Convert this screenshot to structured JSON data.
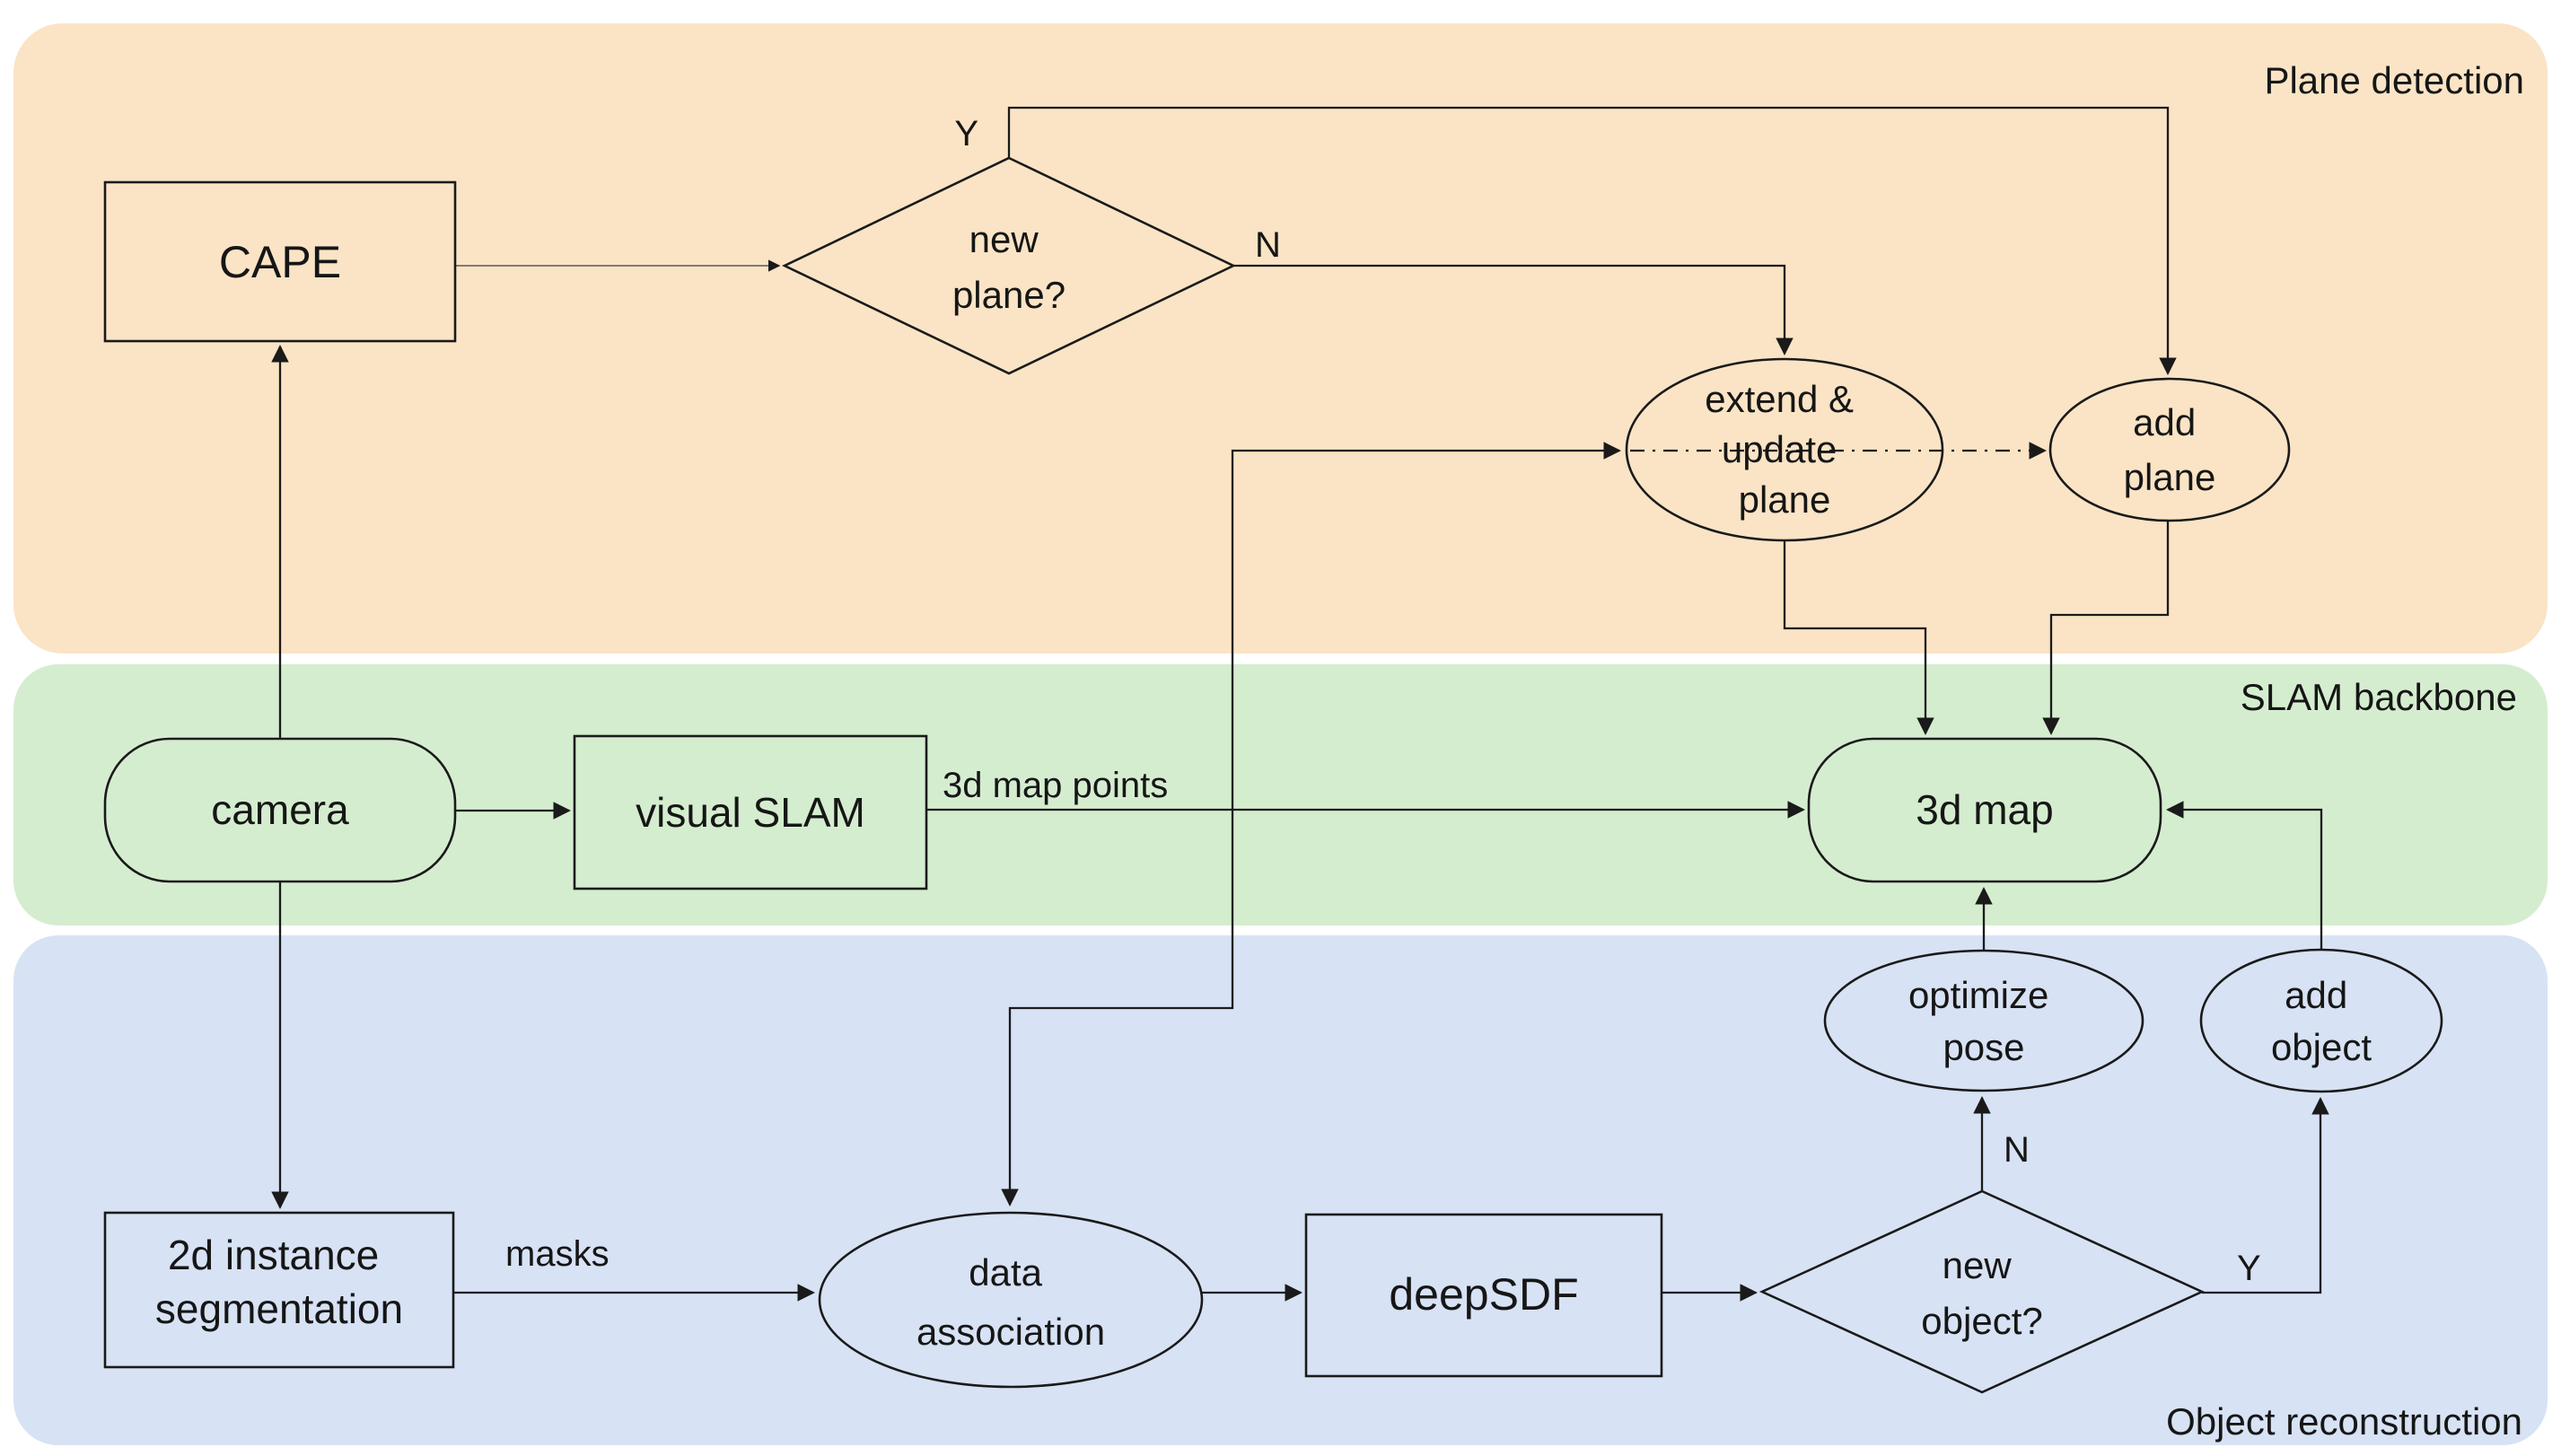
{
  "figure": {
    "background": "#ffffff"
  },
  "colors": {
    "band_plane": "#FAE4C5",
    "band_slam": "#D5EDCF",
    "band_object": "#D7E2F4",
    "line": "#1a1a1a",
    "text": "#161616"
  },
  "bands": {
    "plane": {
      "label": "Plane detection"
    },
    "slam": {
      "label": "SLAM backbone"
    },
    "object": {
      "label": "Object reconstruction"
    }
  },
  "nodes": {
    "cape": {
      "label": "CAPE"
    },
    "new_plane": {
      "line1": "new",
      "line2": "plane?"
    },
    "extend_update_plane": {
      "line1": "extend &",
      "line2": "update",
      "line3": "plane"
    },
    "add_plane": {
      "line1": "add",
      "line2": "plane"
    },
    "camera": {
      "label": "camera"
    },
    "visual_slam": {
      "label": "visual SLAM"
    },
    "map3d": {
      "label": "3d map"
    },
    "instance_seg": {
      "line1": "2d instance",
      "line2": "segmentation"
    },
    "data_association": {
      "line1": "data",
      "line2": "association"
    },
    "deepsdf": {
      "label": "deepSDF"
    },
    "new_object": {
      "line1": "new",
      "line2": "object?"
    },
    "optimize_pose": {
      "line1": "optimize",
      "line2": "pose"
    },
    "add_object": {
      "line1": "add",
      "line2": "object"
    }
  },
  "edge_labels": {
    "plane_yes": "Y",
    "plane_no": "N",
    "object_no": "N",
    "object_yes": "Y",
    "map_points": "3d map points",
    "masks": "masks"
  }
}
